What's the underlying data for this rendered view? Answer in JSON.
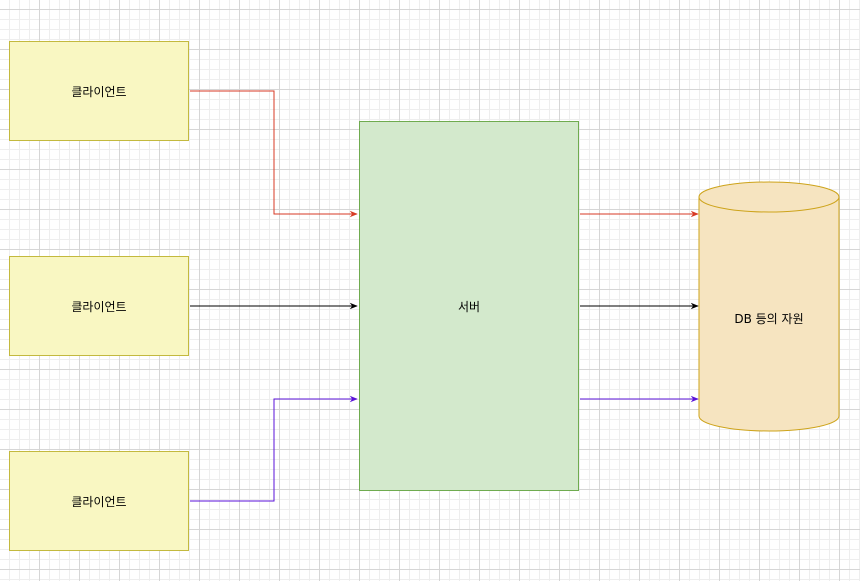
{
  "nodes": {
    "clients": [
      {
        "label": "클라이언트"
      },
      {
        "label": "클라이언트"
      },
      {
        "label": "클라이언트"
      }
    ],
    "server": {
      "label": "서버"
    },
    "database": {
      "label": "DB 등의 자원"
    }
  },
  "edges": [
    {
      "from": "클라이언트 1",
      "to": "서버",
      "color": "#d73a24"
    },
    {
      "from": "클라이언트 2",
      "to": "서버",
      "color": "#000000"
    },
    {
      "from": "클라이언트 3",
      "to": "서버",
      "color": "#5a12d8"
    },
    {
      "from": "서버",
      "to": "DB 등의 자원",
      "color": "#d73a24"
    },
    {
      "from": "서버",
      "to": "DB 등의 자원",
      "color": "#000000"
    },
    {
      "from": "서버",
      "to": "DB 등의 자원",
      "color": "#5a12d8"
    }
  ],
  "colors": {
    "client_fill": "#f9f7c2",
    "client_border": "#c3b93e",
    "server_fill": "#d3e9cc",
    "server_border": "#6fab4f",
    "db_fill": "#f6e4c0",
    "db_border": "#cda31a"
  }
}
